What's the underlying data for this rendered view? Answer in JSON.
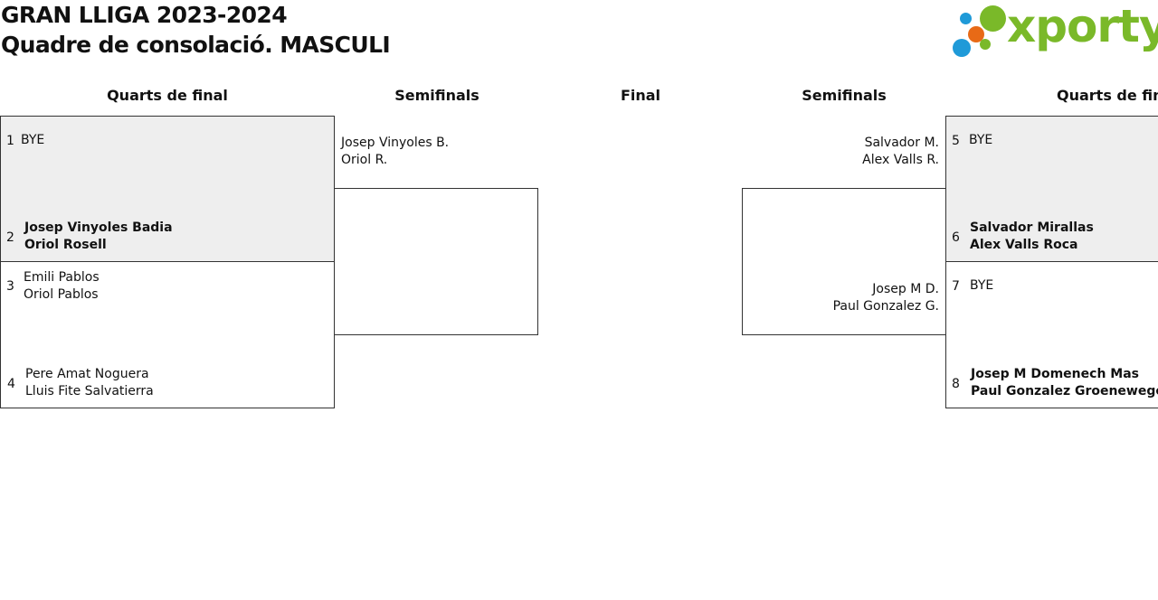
{
  "header": {
    "title_line1": "GRAN LLIGA 2023-2024",
    "title_line2": "Quadre de consolació. MASCULI",
    "logo_text": "xporty"
  },
  "colors": {
    "logo_green": "#7ab929",
    "logo_blue": "#1f9ad8",
    "logo_orange": "#e86a16",
    "bye_fill": "#eeeeee",
    "border": "#333333"
  },
  "rounds": {
    "left_qf": "Quarts de final",
    "left_sf": "Semifinals",
    "final": "Final",
    "right_sf": "Semifinals",
    "right_qf": "Quarts de final"
  },
  "left": {
    "match1": {
      "top": {
        "seed": "1",
        "p1": "BYE",
        "p2": ""
      },
      "bottom": {
        "seed": "2",
        "p1": "Josep Vinyoles Badia",
        "p2": "Oriol Rosell"
      }
    },
    "match2": {
      "top": {
        "seed": "3",
        "p1": "Emili Pablos",
        "p2": "Oriol Pablos"
      },
      "bottom": {
        "seed": "4",
        "p1": "Pere Amat Noguera",
        "p2": "Lluis Fite Salvatierra"
      }
    },
    "semifinal": {
      "p1": "Josep Vinyoles B.",
      "p2": "Oriol R."
    }
  },
  "right": {
    "match1": {
      "top": {
        "seed": "5",
        "p1": "BYE",
        "p2": ""
      },
      "bottom": {
        "seed": "6",
        "p1": "Salvador Mirallas",
        "p2": "Alex Valls Roca"
      }
    },
    "match2": {
      "top": {
        "seed": "7",
        "p1": "BYE",
        "p2": ""
      },
      "bottom": {
        "seed": "8",
        "p1": "Josep M Domenech Mas",
        "p2": "Paul Gonzalez Groenewege"
      }
    },
    "semifinal_top": {
      "p1": "Salvador M.",
      "p2": "Alex Valls R."
    },
    "semifinal_bottom": {
      "p1": "Josep M D.",
      "p2": "Paul Gonzalez G."
    }
  }
}
